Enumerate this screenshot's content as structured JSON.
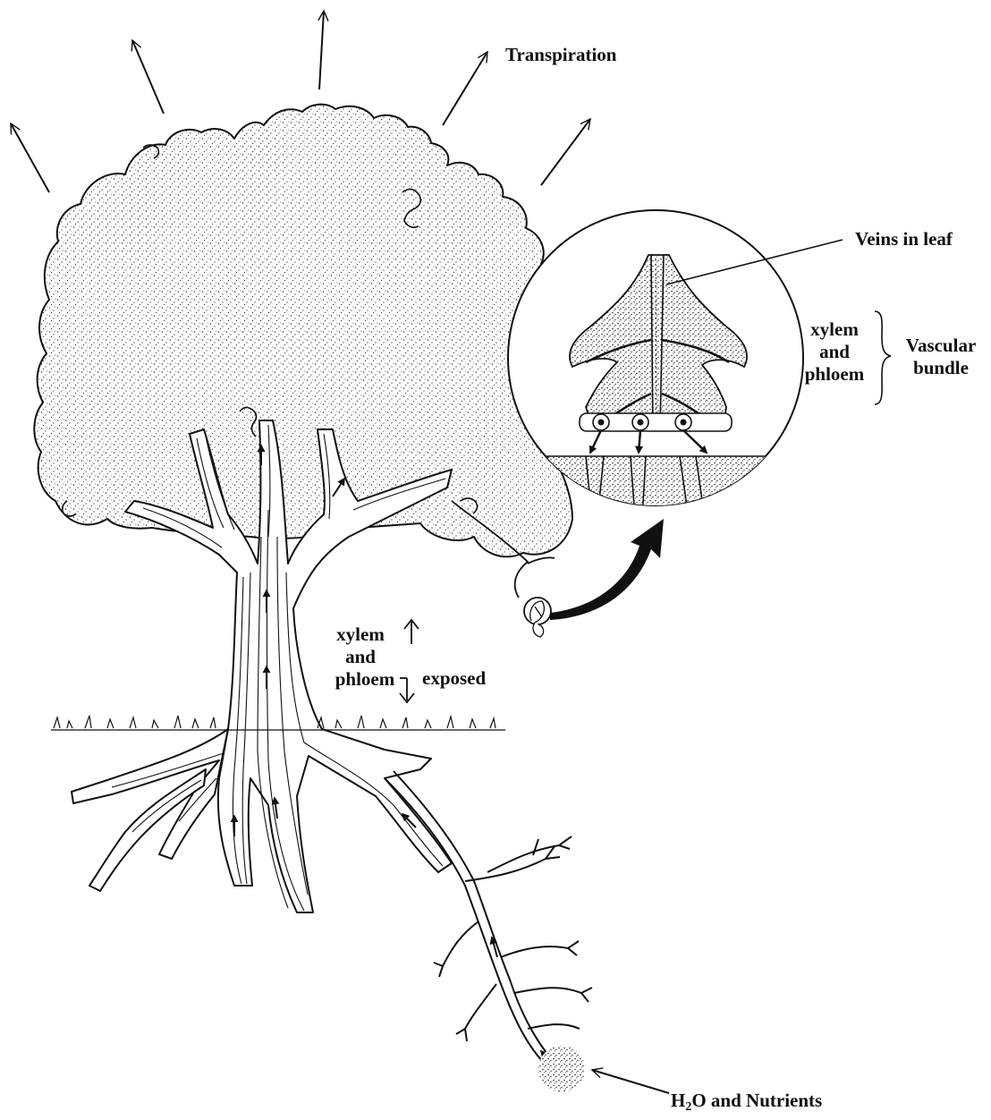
{
  "labels": {
    "transpiration": "Transpiration",
    "veins_in_leaf": "Veins in leaf",
    "vascular_xylem": "xylem",
    "vascular_and": "and",
    "vascular_phloem": "phloem",
    "vascular_bundle_line1": "Vascular",
    "vascular_bundle_line2": "bundle",
    "trunk_xylem": "xylem",
    "trunk_and": "and",
    "trunk_phloem": "phloem",
    "trunk_exposed": "exposed",
    "water_prefix": "H",
    "water_subscript": "2",
    "water_suffix": "O and Nutrients"
  },
  "colors": {
    "ink": "#111111",
    "background": "#ffffff",
    "canopy_stipple": "#333333"
  }
}
